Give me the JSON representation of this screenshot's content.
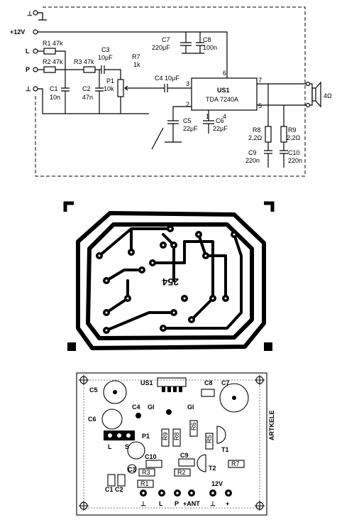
{
  "schematic": {
    "terminals": {
      "gnd_top": "⊥",
      "vcc": "+12V",
      "left": "L",
      "right": "P",
      "gnd_bottom": "⊥"
    },
    "components": {
      "r1": "R1 47k",
      "r2": "R2 47k",
      "r3": "R3 47k",
      "c3_name": "C3",
      "c3_value": "10μF",
      "r7_name": "R7",
      "r7_value": "1k",
      "c7_name": "C7",
      "c7_value": "220μF",
      "c8_name": "C8",
      "c8_value": "100n",
      "c4": "C4 10μF",
      "c1_name": "C1",
      "c1_value": "10n",
      "c2_name": "C2",
      "c2_value": "47n",
      "p1_name": "P1",
      "p1_value": "10k",
      "us1_name": "US1",
      "us1_value": "TDA 7240A",
      "c5_name": "C5",
      "c5_value": "22μF",
      "c6_name": "C6",
      "c6_value": "22μF",
      "r8_name": "R8",
      "r8_value": "2,2Ω",
      "r9_name": "R9",
      "r9_value": "2,2Ω",
      "c9_name": "C9",
      "c9_value": "220n",
      "c10_name": "C10",
      "c10_value": "220n",
      "speaker": "4Ω"
    },
    "pins": [
      "6",
      "7",
      "3",
      "2",
      "1",
      "4",
      "5"
    ]
  },
  "pcb": {
    "board_number": "254"
  },
  "layout": {
    "us1": "US1",
    "c8": "C8",
    "c7": "C7",
    "c5": "C5",
    "c4": "C4",
    "gl1": "Gl",
    "gl2": "Gl",
    "c6": "C6",
    "l": "L",
    "s": "S",
    "p1": "P1",
    "r9": "R9",
    "r8": "R8",
    "r6": "R6",
    "c10": "C10",
    "c9": "C9",
    "r5": "R5",
    "t1": "T1",
    "t2": "T2",
    "r7": "R7",
    "c3": "C3",
    "r3": "R3",
    "r2": "R2",
    "r1": "R1",
    "c1c2": "C1 C2",
    "brand": "ARTKELE",
    "v12": "12V",
    "pad_labels": [
      "⊥",
      "L",
      "P",
      "+ANT",
      "⊥",
      "+"
    ]
  },
  "colors": {
    "ink": "#000000",
    "paper": "#ffffff"
  }
}
